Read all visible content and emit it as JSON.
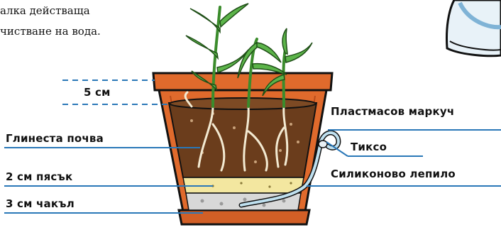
{
  "intro": {
    "line1": "алка действаща",
    "line2": "чистване на вода."
  },
  "labels": {
    "depth_top": "5 см",
    "clay_soil": "Глинеста почва",
    "sand": "2 см пясък",
    "gravel": "3 см чакъл",
    "plastic_hose": "Пластмасов маркуч",
    "tape": "Тиксо",
    "silicone_glue": "Силиконово лепило"
  },
  "colors": {
    "line_blue": "#2a78b8",
    "pot_orange": "#e06a2c",
    "soil_brown": "#6b3d1c",
    "sand_yellow": "#f3e7a0",
    "gravel_gray": "#d8d8d8",
    "leaf_green": "#4aa03a"
  }
}
